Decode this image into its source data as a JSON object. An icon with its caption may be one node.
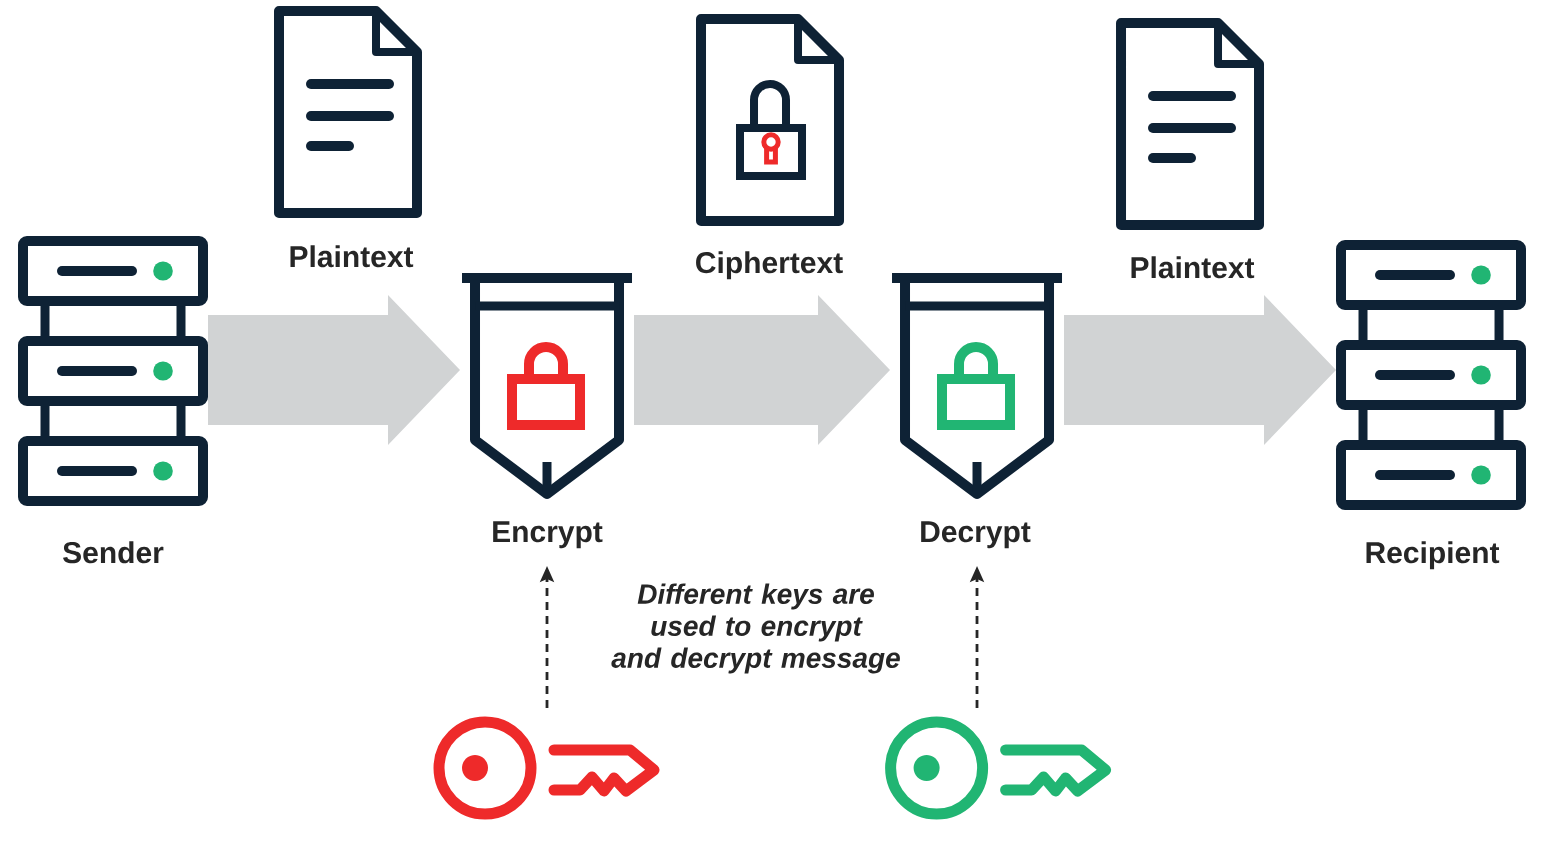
{
  "diagram": {
    "nodes": [
      {
        "text": [
          "Sender"
        ]
      },
      {
        "text": [
          "Encrypt"
        ]
      },
      {
        "text": [
          "Decrypt"
        ]
      },
      {
        "text": [
          "Recipient"
        ]
      },
      {
        "text": [],
        "shape": "key"
      },
      {
        "text": [],
        "shape": "key"
      }
    ],
    "edges": [
      {
        "from": 0,
        "to": 1,
        "arrow": "to",
        "label": "Plaintext"
      },
      {
        "from": 1,
        "to": 2,
        "arrow": "to",
        "label": "Ciphertext"
      },
      {
        "from": 2,
        "to": 3,
        "arrow": "to",
        "label": "Plaintext"
      },
      {
        "from": 4,
        "to": 1,
        "arrow": "to",
        "style": "dashed",
        "color": "#262626"
      },
      {
        "from": 5,
        "to": 2,
        "arrow": "to",
        "style": "dashed",
        "color": "#262626"
      }
    ],
    "labels": [
      "Different keys are used to encrypt and decrypt message"
    ]
  }
}
